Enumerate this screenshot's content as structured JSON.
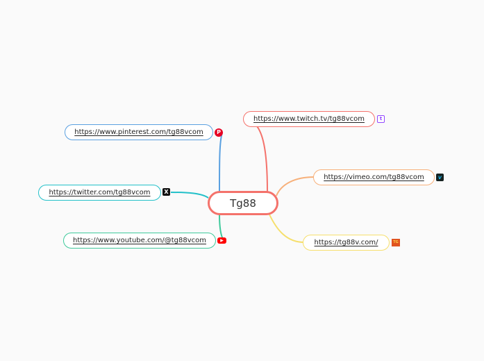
{
  "root": {
    "label": "Tg88",
    "color": "#f4726b"
  },
  "branches": [
    {
      "id": "twitch",
      "label": "https://www.twitch.tv/tg88vcom",
      "color": "#f4726b",
      "icon": "twitch-icon",
      "icon_color": "#9146ff",
      "glyph": "t"
    },
    {
      "id": "pinterest",
      "label": "https://www.pinterest.com/tg88vcom",
      "color": "#5aa0e0",
      "icon": "pinterest-icon",
      "icon_color": "#e60023",
      "glyph": "P"
    },
    {
      "id": "vimeo",
      "label": "https://vimeo.com/tg88vcom",
      "color": "#f7b07a",
      "icon": "vimeo-icon",
      "icon_color": "#162221",
      "glyph": "v"
    },
    {
      "id": "twitter",
      "label": "https://twitter.com/tg88vcom",
      "color": "#22c0c9",
      "icon": "x-icon",
      "icon_color": "#111111",
      "glyph": "X"
    },
    {
      "id": "youtube",
      "label": "https://www.youtube.com/@tg88vcom",
      "color": "#3ec99b",
      "icon": "youtube-icon",
      "icon_color": "#ff0000",
      "glyph": "▶"
    },
    {
      "id": "tg88",
      "label": "https://tg88v.com/",
      "color": "#f6df6c",
      "icon": "tg88-logo-icon",
      "icon_color": "#e0531f",
      "glyph": "TG"
    }
  ]
}
